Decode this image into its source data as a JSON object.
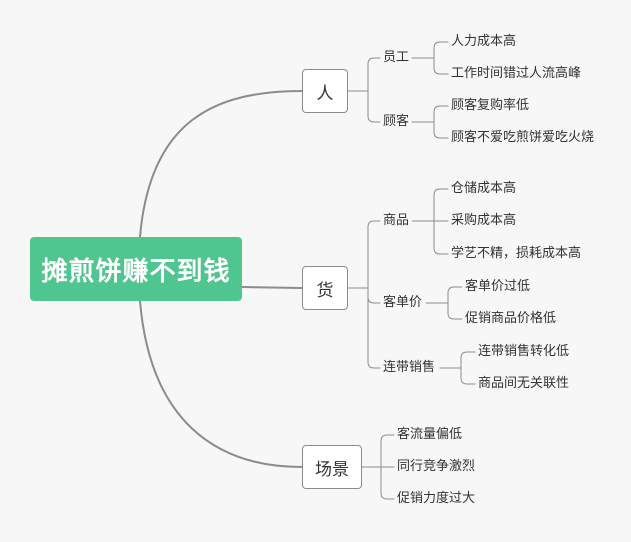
{
  "root": "摊煎饼赚不到钱",
  "branches": [
    {
      "label": "人",
      "children": [
        {
          "label": "员工",
          "leaves": [
            "人力成本高",
            "工作时间错过人流高峰"
          ]
        },
        {
          "label": "顾客",
          "leaves": [
            "顾客复购率低",
            "顾客不爱吃煎饼爱吃火烧"
          ]
        }
      ]
    },
    {
      "label": "货",
      "children": [
        {
          "label": "商品",
          "leaves": [
            "仓储成本高",
            "采购成本高",
            "学艺不精，损耗成本高"
          ]
        },
        {
          "label": "客单价",
          "leaves": [
            "客单价过低",
            "促销商品价格低"
          ]
        },
        {
          "label": "连带销售",
          "leaves": [
            "连带销售转化低",
            "商品间无关联性"
          ]
        }
      ]
    },
    {
      "label": "场景",
      "leaves": [
        "客流量偏低",
        "同行竞争激烈",
        "促销力度过大"
      ]
    }
  ],
  "colors": {
    "root_fill": "#4fc58f",
    "link": "#8c8c8c",
    "text": "#333333"
  }
}
